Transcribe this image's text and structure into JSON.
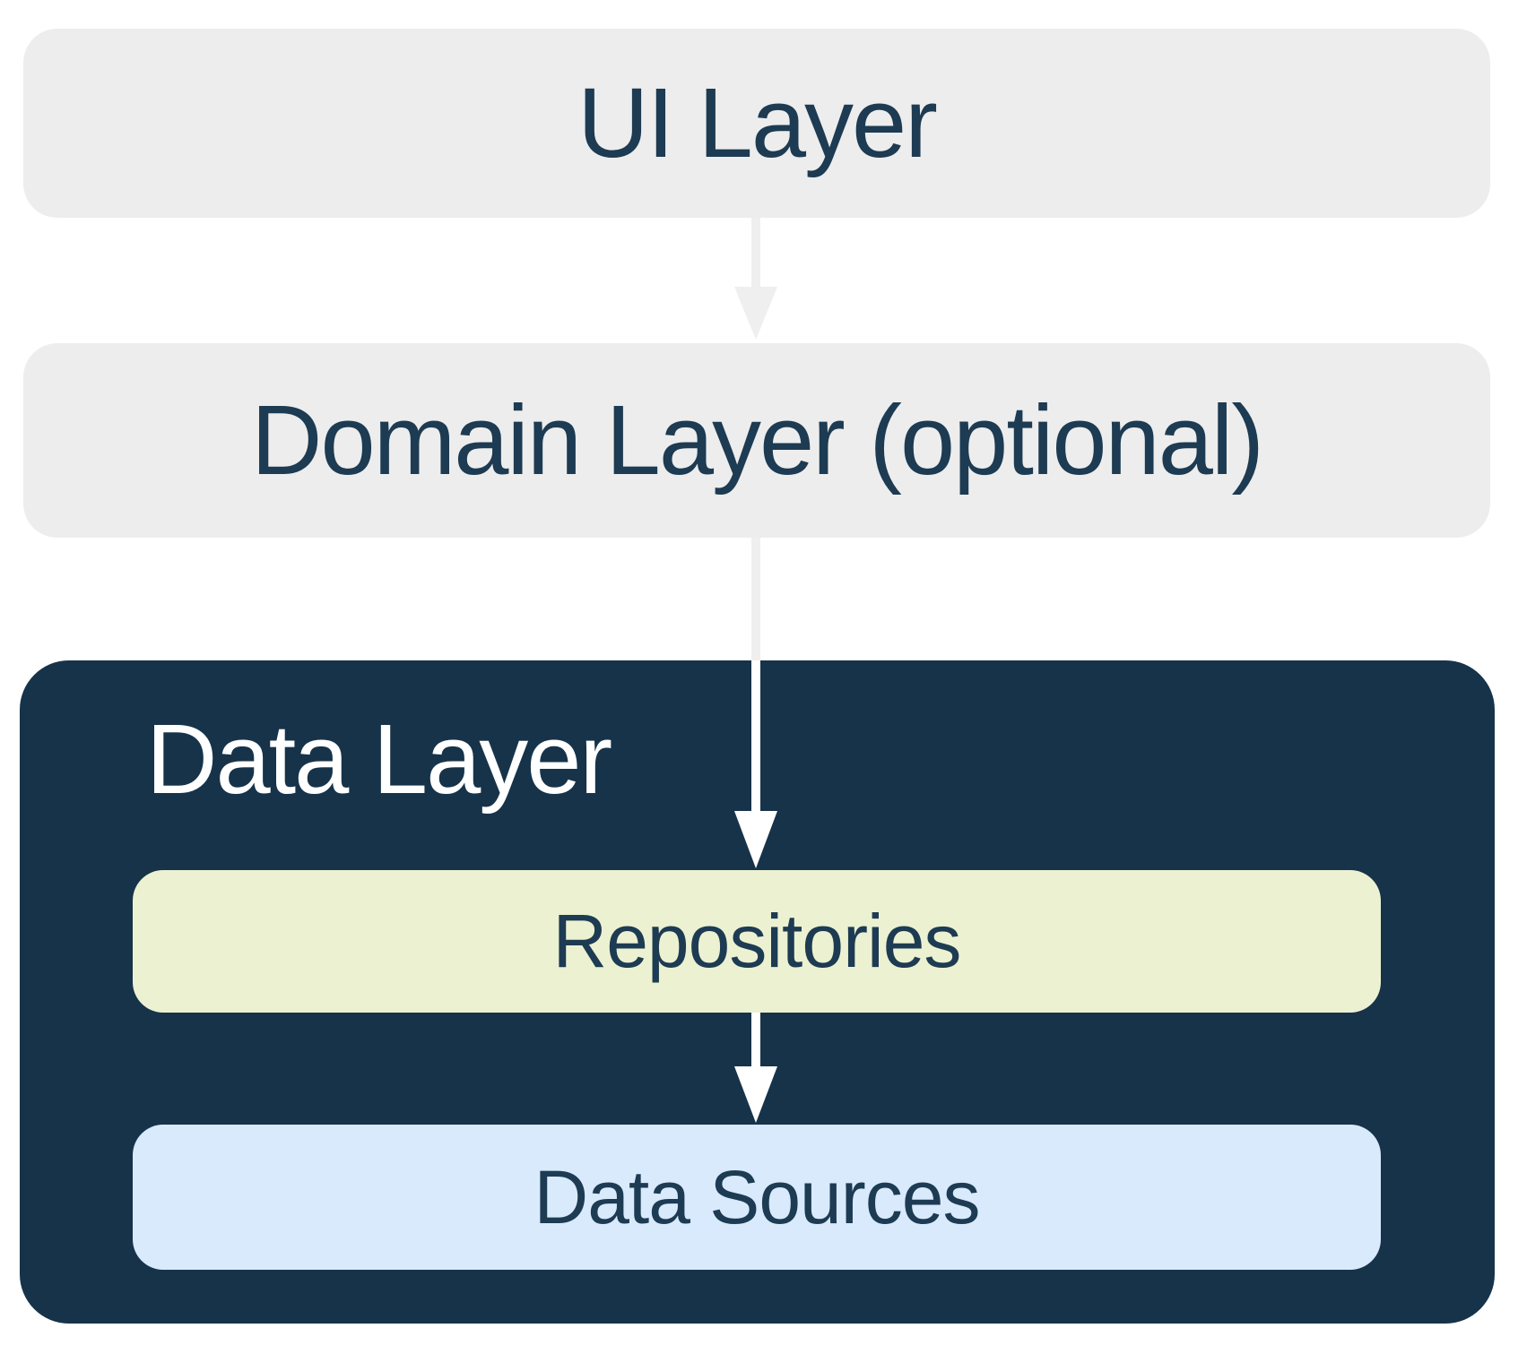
{
  "nodes": {
    "ui_layer": {
      "label": "UI Layer"
    },
    "domain_layer": {
      "label": "Domain Layer (optional)"
    },
    "data_layer": {
      "label": "Data Layer"
    },
    "repositories": {
      "label": "Repositories"
    },
    "data_sources": {
      "label": "Data Sources"
    }
  },
  "arrows": [
    {
      "from": "ui_layer",
      "to": "domain_layer"
    },
    {
      "from": "domain_layer",
      "to": "repositories"
    },
    {
      "from": "repositories",
      "to": "data_sources"
    }
  ],
  "colors": {
    "background": "#FFFFFF",
    "layer_box_gray": "#EDEDED",
    "data_layer_navy": "#16334A",
    "navy_text": "#1D3B52",
    "white_text": "#FFFFFF",
    "repositories_green": "#ECF1D1",
    "data_sources_blue": "#D9EAFC",
    "arrow_gray": "#EFEFEF",
    "arrow_white": "#FFFFFF"
  }
}
